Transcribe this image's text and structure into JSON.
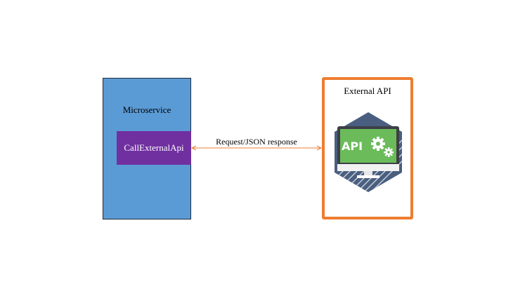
{
  "microservice": {
    "title": "Microservice"
  },
  "call_box": {
    "label": "CallExternalApi"
  },
  "connector": {
    "label": "Request/JSON response",
    "color": "#ed7d31"
  },
  "external": {
    "title": "External API",
    "icon_text": "API",
    "border_color": "#ed7d31"
  },
  "colors": {
    "microservice_fill": "#5b9bd5",
    "call_fill": "#7030a0",
    "icon_hex": "#4a5f80",
    "icon_screen": "#6bbb5a"
  }
}
